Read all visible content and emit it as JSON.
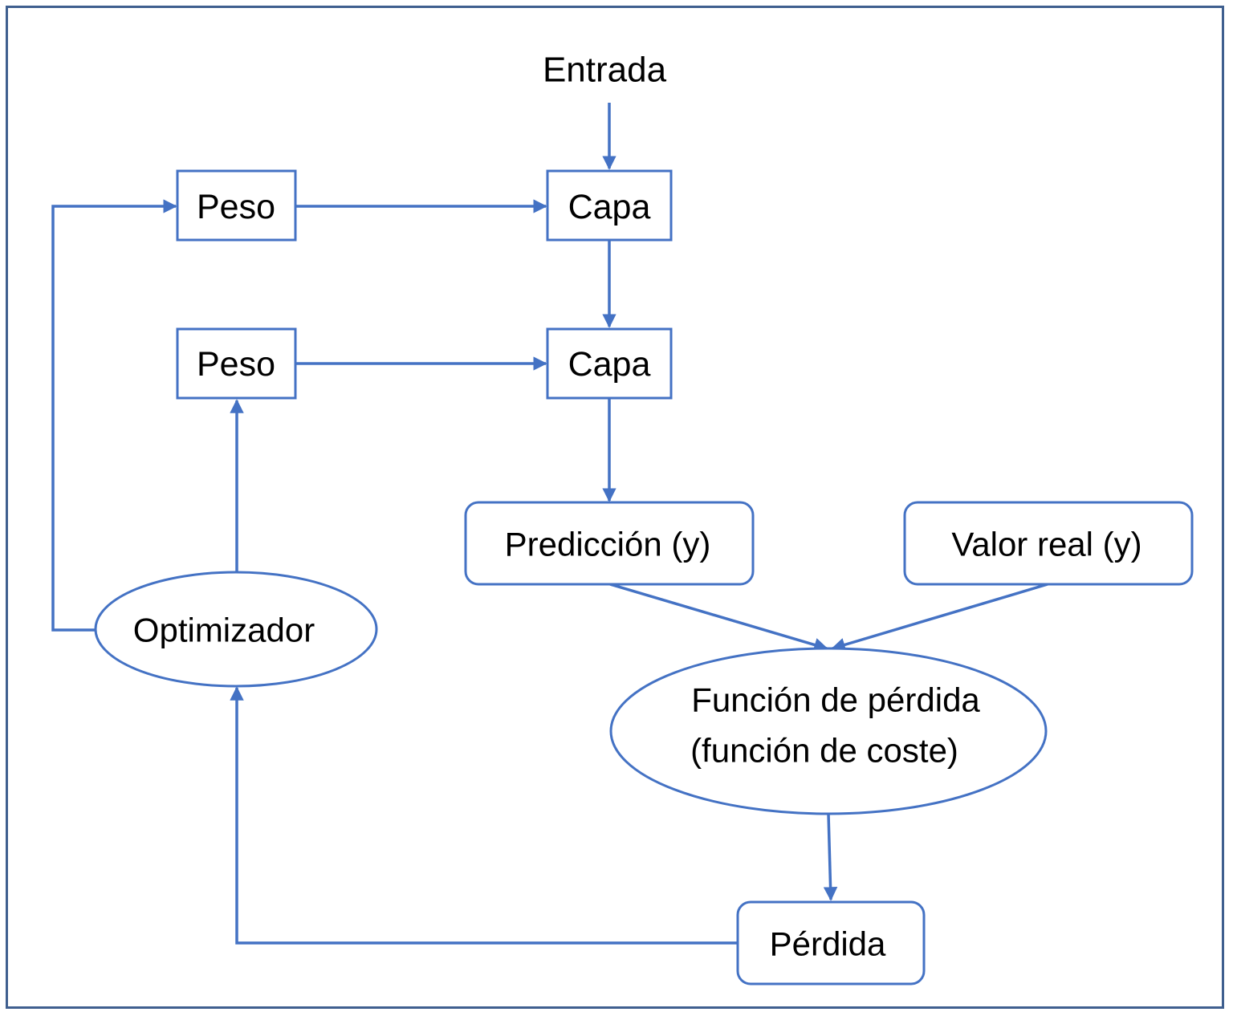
{
  "diagram": {
    "colors": {
      "stroke": "#4472c4",
      "frame": "#3f5f8f",
      "text": "#000000",
      "background": "#ffffff"
    },
    "input_label": "Entrada",
    "weight_1": "Peso",
    "layer_1": "Capa",
    "weight_2": "Peso",
    "layer_2": "Capa",
    "prediction": "Predicción (y)",
    "true_value": "Valor real (y)",
    "optimizer": "Optimizador",
    "loss_function_line1": "Función de pérdida",
    "loss_function_line2": "(función de coste)",
    "loss": "Pérdida"
  }
}
